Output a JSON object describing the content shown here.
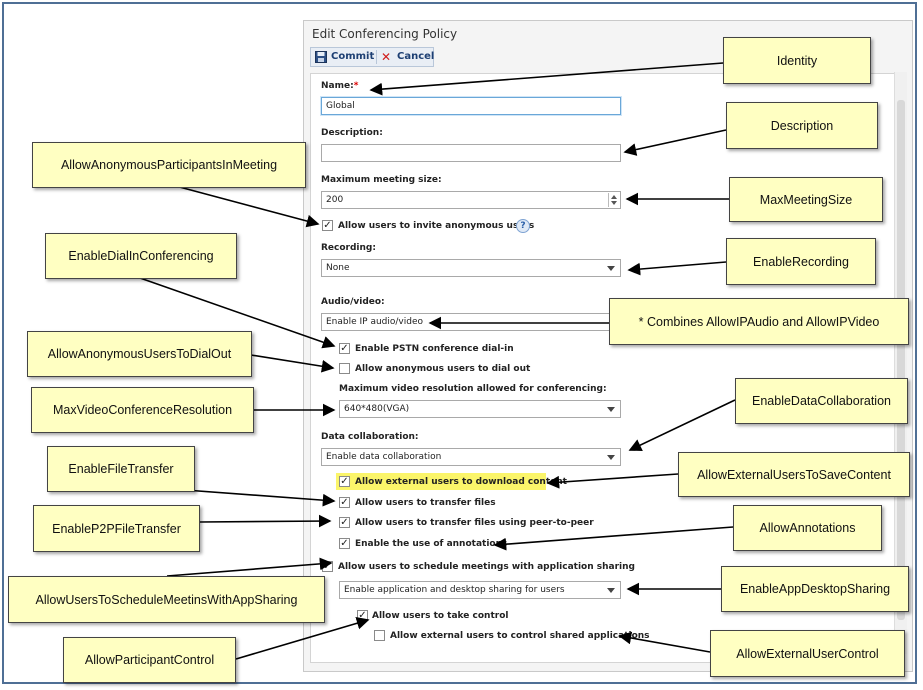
{
  "dialog": {
    "title": "Edit Conferencing Policy",
    "commit_label": "Commit",
    "cancel_label": "Cancel"
  },
  "form": {
    "name_label": "Name:",
    "name_required": "*",
    "name_value": "Global",
    "description_label": "Description:",
    "description_value": "",
    "max_meeting_size_label": "Maximum meeting size:",
    "max_meeting_size_value": "200",
    "allow_anonymous_invite_label": "Allow users to invite anonymous users",
    "allow_anonymous_invite_checked": true,
    "help_glyph": "?",
    "recording_label": "Recording:",
    "recording_value": "None",
    "audio_video_label": "Audio/video:",
    "audio_video_value": "Enable IP audio/video",
    "pstn_dialin_label": "Enable PSTN conference dial-in",
    "pstn_dialin_checked": true,
    "anon_dialout_label": "Allow anonymous users to dial out",
    "anon_dialout_checked": false,
    "max_video_resolution_label": "Maximum video resolution allowed for conferencing:",
    "max_video_resolution_value": "640*480(VGA)",
    "data_collab_label": "Data collaboration:",
    "data_collab_value": "Enable data collaboration",
    "ext_download_label": "Allow external users to download content",
    "ext_download_checked": true,
    "transfer_files_label": "Allow users to transfer files",
    "transfer_files_checked": true,
    "p2p_transfer_label": "Allow users to transfer files using peer-to-peer",
    "p2p_transfer_checked": true,
    "annotations_label": "Enable the use of annotations",
    "annotations_checked": true,
    "schedule_appsharing_label": "Allow users to schedule meetings with application sharing",
    "schedule_appsharing_checked": true,
    "app_sharing_value": "Enable application and desktop sharing for users",
    "take_control_label": "Allow users to take control",
    "take_control_checked": true,
    "ext_control_label": "Allow external users to control shared applications",
    "ext_control_checked": false
  },
  "callouts": {
    "identity": "Identity",
    "description": "Description",
    "max_meeting_size": "MaxMeetingSize",
    "enable_recording": "EnableRecording",
    "combines": "* Combines AllowIPAudio and AllowIPVideo",
    "enable_data_collab": "EnableDataCollaboration",
    "allow_ext_save": "AllowExternalUsersToSaveContent",
    "allow_annotations": "AllowAnnotations",
    "enable_app_desktop": "EnableAppDesktopSharing",
    "allow_ext_control": "AllowExternalUserControl",
    "allow_anon_participants": "AllowAnonymousParticipantsInMeeting",
    "enable_dialin": "EnableDialInConferencing",
    "allow_anon_dialout": "AllowAnonymousUsersToDialOut",
    "max_video_res": "MaxVideoConferenceResolution",
    "enable_file_transfer": "EnableFileTransfer",
    "enable_p2p": "EnableP2PFileTransfer",
    "allow_schedule_appsharing": "AllowUsersToScheduleMeetinsWithAppSharing",
    "allow_participant_control": "AllowParticipantControl"
  },
  "colors": {
    "callout_fill": "#ffffc2",
    "highlight": "#fbf56a",
    "frame": "#4f6f95",
    "link_blue": "#1d3f73"
  },
  "icons": {
    "commit": "save-icon",
    "cancel": "close-icon",
    "check": "✓"
  }
}
